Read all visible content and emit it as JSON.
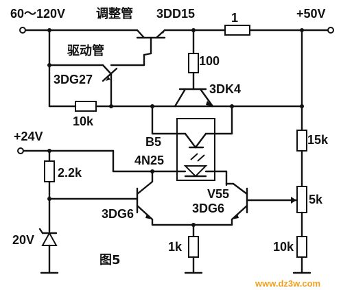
{
  "labels": {
    "input_voltage": "60～120V",
    "regulator_cn": "调整管",
    "regulator_part": "3DD15",
    "series_resistor": "1",
    "output_voltage": "+50V",
    "driver_cn": "驱动管",
    "r100": "100",
    "driver_part": "3DG27",
    "pnp_part": "3DK4",
    "r10k_top": "10k",
    "supply_24v": "+24V",
    "optocoupler_ref": "B5",
    "optocoupler_part": "4N25",
    "r15k": "15k",
    "r2_2k": "2.2k",
    "v55": "V55",
    "dg6_right": "3DG6",
    "pot_5k": "5k",
    "dg6_left": "3DG6",
    "zener": "20V",
    "r1k": "1k",
    "r10k_bottom": "10k",
    "figure": "图5",
    "watermark": "www.dz3w.com"
  }
}
